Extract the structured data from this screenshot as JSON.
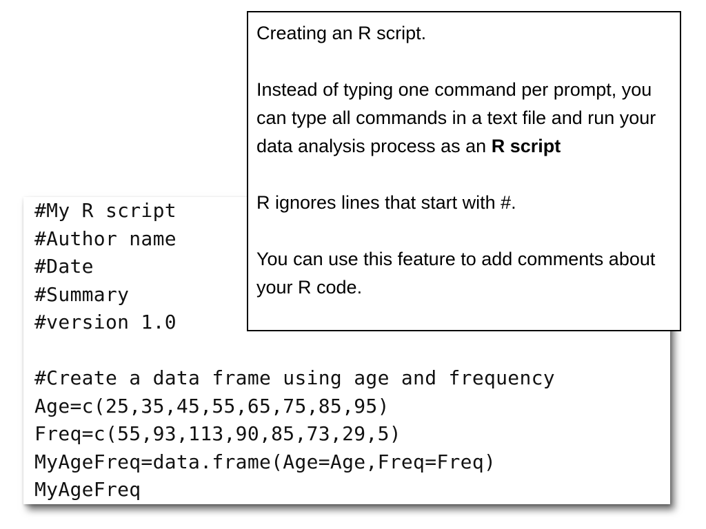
{
  "code": {
    "lines": [
      "#My R script",
      "#Author name",
      "#Date",
      "#Summary",
      "#version 1.0",
      "",
      "#Create a data frame using age and frequency",
      "Age=c(25,35,45,55,65,75,85,95)",
      "Freq=c(55,93,113,90,85,73,29,5)",
      "MyAgeFreq=data.frame(Age=Age,Freq=Freq)",
      "MyAgeFreq"
    ]
  },
  "callout": {
    "title": "Creating an R script.",
    "paragraph1_text": "Instead of typing one command per prompt, you can type all commands in a text file and run your data analysis process as an ",
    "paragraph1_bold": "R script",
    "paragraph2": "R ignores lines that start with #.",
    "paragraph3": "You can use this feature to add comments about your R code."
  }
}
